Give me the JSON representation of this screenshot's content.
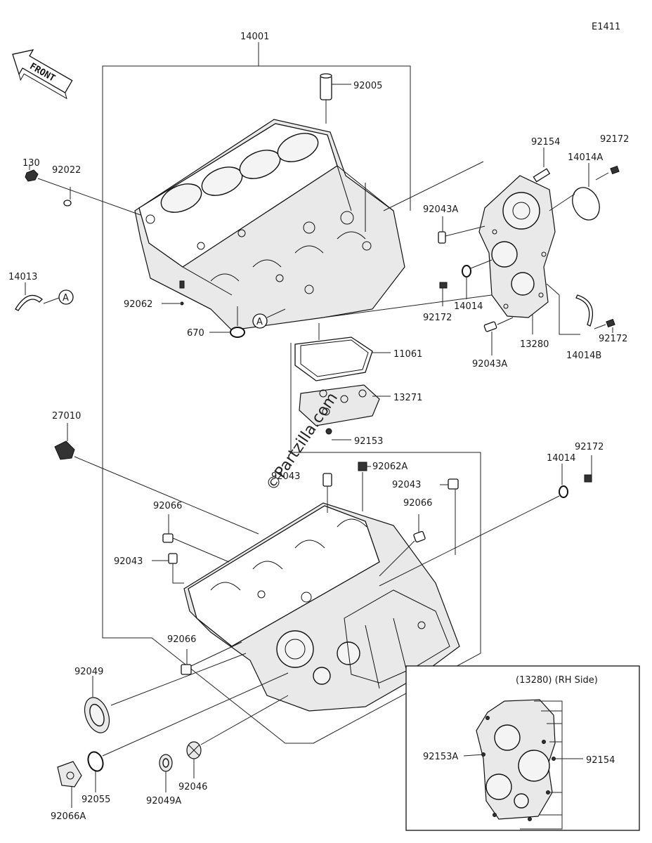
{
  "diagram_code": "E1411",
  "front_label": "FRONT",
  "watermark": "©Partzilla.com",
  "inset_title": "(13280) (RH Side)",
  "callouts": [
    {
      "id": "c14001",
      "text": "14001"
    },
    {
      "id": "c92005",
      "text": "92005"
    },
    {
      "id": "c130",
      "text": "130"
    },
    {
      "id": "c92022",
      "text": "92022"
    },
    {
      "id": "c14013",
      "text": "14013"
    },
    {
      "id": "c92062",
      "text": "92062"
    },
    {
      "id": "c670",
      "text": "670"
    },
    {
      "id": "c92154",
      "text": "92154"
    },
    {
      "id": "c92172a",
      "text": "92172"
    },
    {
      "id": "c14014A",
      "text": "14014A"
    },
    {
      "id": "c92043Aa",
      "text": "92043A"
    },
    {
      "id": "c92172b",
      "text": "92172"
    },
    {
      "id": "c14014a",
      "text": "14014"
    },
    {
      "id": "c13280",
      "text": "13280"
    },
    {
      "id": "c92043Ab",
      "text": "92043A"
    },
    {
      "id": "c14014B",
      "text": "14014B"
    },
    {
      "id": "c92172c",
      "text": "92172"
    },
    {
      "id": "c11061",
      "text": "11061"
    },
    {
      "id": "c13271",
      "text": "13271"
    },
    {
      "id": "c92153",
      "text": "92153"
    },
    {
      "id": "c27010",
      "text": "27010"
    },
    {
      "id": "c92062A",
      "text": "92062A"
    },
    {
      "id": "c92043a",
      "text": "92043"
    },
    {
      "id": "c92043b",
      "text": "92043"
    },
    {
      "id": "c92172d",
      "text": "92172"
    },
    {
      "id": "c14014b",
      "text": "14014"
    },
    {
      "id": "c92066a",
      "text": "92066"
    },
    {
      "id": "c92066b",
      "text": "92066"
    },
    {
      "id": "c92043c",
      "text": "92043"
    },
    {
      "id": "c92066c",
      "text": "92066"
    },
    {
      "id": "c92049",
      "text": "92049"
    },
    {
      "id": "c92055",
      "text": "92055"
    },
    {
      "id": "c92066A",
      "text": "92066A"
    },
    {
      "id": "c92049A",
      "text": "92049A"
    },
    {
      "id": "c92046",
      "text": "92046"
    },
    {
      "id": "c92153A",
      "text": "92153A"
    },
    {
      "id": "c92154b",
      "text": "92154"
    }
  ],
  "ref_markers": [
    {
      "id": "refA1",
      "text": "A"
    },
    {
      "id": "refA2",
      "text": "A"
    }
  ]
}
